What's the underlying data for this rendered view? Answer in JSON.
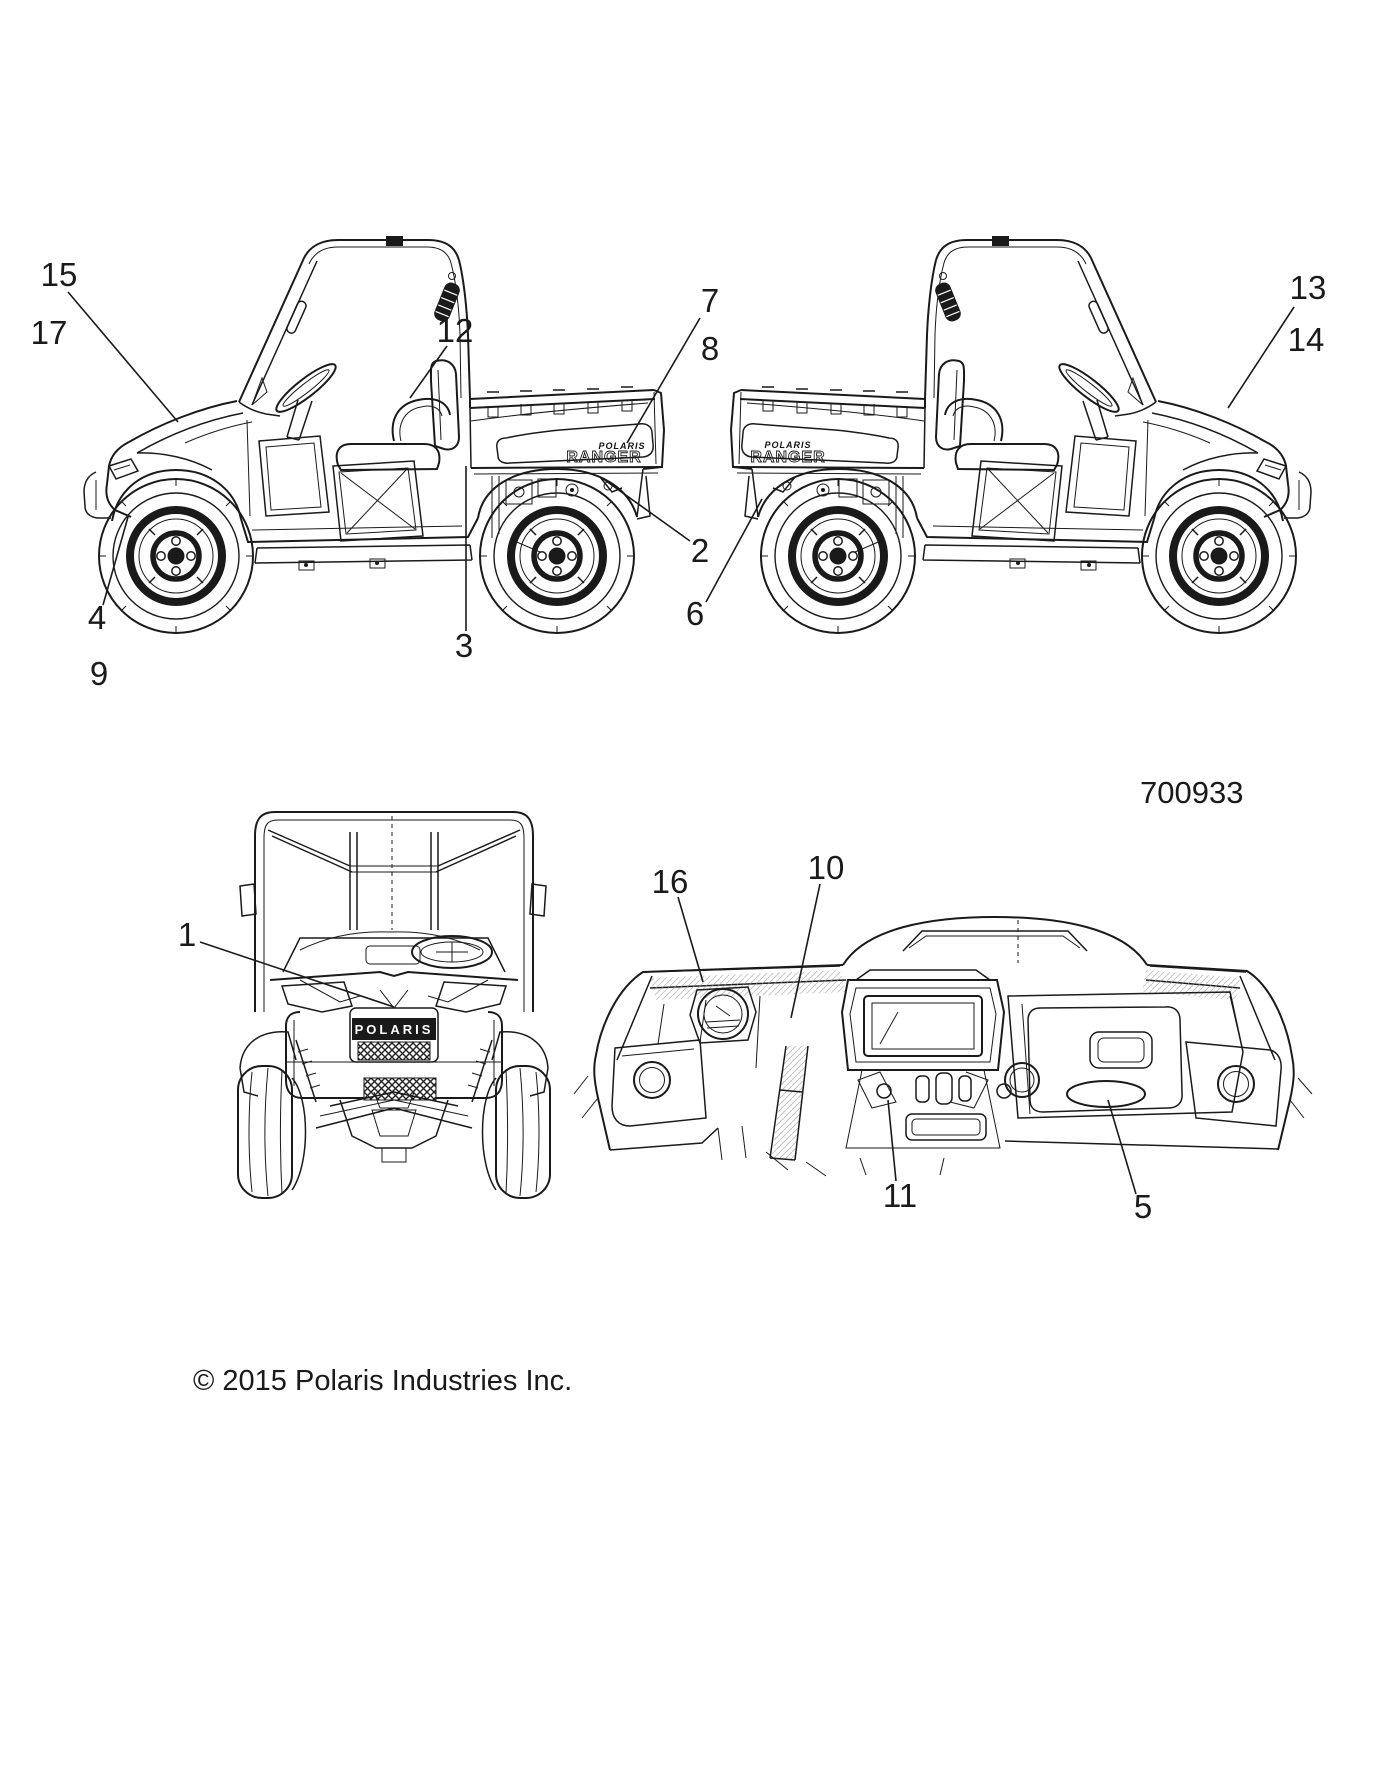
{
  "diagram": {
    "part_number": "700933",
    "copyright": "© 2015 Polaris Industries Inc."
  },
  "decals": {
    "left_view": {
      "brand": "POLARIS",
      "model": "RANGER"
    },
    "right_view": {
      "brand": "POLARIS",
      "model": "RANGER"
    },
    "front_view": {
      "brand": "POLARIS"
    }
  },
  "callouts": {
    "n1": "1",
    "n2": "2",
    "n3": "3",
    "n4": "4",
    "n5": "5",
    "n6": "6",
    "n7": "7",
    "n8": "8",
    "n9": "9",
    "n10": "10",
    "n11": "11",
    "n12": "12",
    "n13": "13",
    "n14": "14",
    "n15": "15",
    "n16": "16",
    "n17": "17"
  }
}
